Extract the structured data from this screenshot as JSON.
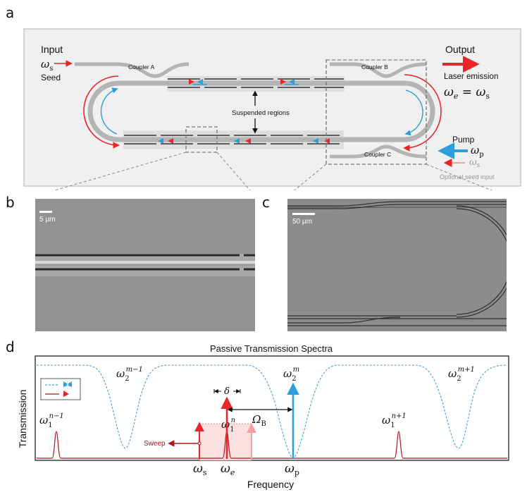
{
  "panels": {
    "a": "a",
    "b": "b",
    "c": "c",
    "d": "d"
  },
  "panel_a": {
    "input_label": "Input",
    "seed_label": "Seed",
    "seed_symbol": "ω",
    "seed_sub": "s",
    "coupler_a": "Coupler A",
    "coupler_b": "Coupler B",
    "coupler_c": "Coupler C",
    "suspended_regions": "Suspended regions",
    "output_label": "Output",
    "laser_emission": "Laser emission",
    "equation_lhs": "ω",
    "equation_lhs_sub": "e",
    "equation_eq": " = ω",
    "equation_rhs_sub": "s",
    "pump_label": "Pump",
    "pump_symbol": "ω",
    "pump_sub": "p",
    "optional_seed_symbol": "ω",
    "optional_seed_sub": "s",
    "optional_seed_input": "Optional seed input",
    "colors": {
      "red": "#e8262a",
      "blue": "#2a9fdc",
      "pink": "#f4a0a0",
      "waveguide": "#b4b4b4"
    }
  },
  "panel_b": {
    "scale_label": "5 μm"
  },
  "panel_c": {
    "scale_label": "50 μm"
  },
  "panel_d": {
    "title": "Passive Transmission Spectra",
    "ylabel": "Transmission",
    "xlabel": "Frequency",
    "mode_m_minus_1": {
      "base": "ω",
      "sub": "2",
      "sup": "m−1"
    },
    "mode_m": {
      "base": "ω",
      "sub": "2",
      "sup": "m"
    },
    "mode_m_plus_1": {
      "base": "ω",
      "sub": "2",
      "sup": "m+1"
    },
    "mode_n_minus_1": {
      "base": "ω",
      "sub": "1",
      "sup": "n−1"
    },
    "mode_n": {
      "base": "ω",
      "sub": "1",
      "sup": "n"
    },
    "mode_n_plus_1": {
      "base": "ω",
      "sub": "1",
      "sup": "n+1"
    },
    "delta": "δ",
    "omega_b": {
      "base": "Ω",
      "sub": "B"
    },
    "sweep": "Sweep",
    "axis_ws": {
      "base": "ω",
      "sub": "s"
    },
    "axis_we": {
      "base": "ω",
      "sub": "e"
    },
    "axis_wp": {
      "base": "ω",
      "sub": "p"
    },
    "colors": {
      "red_trace": "#b0141c",
      "blue_trace": "#4b9fd8",
      "sweep": "#b0141c"
    }
  }
}
